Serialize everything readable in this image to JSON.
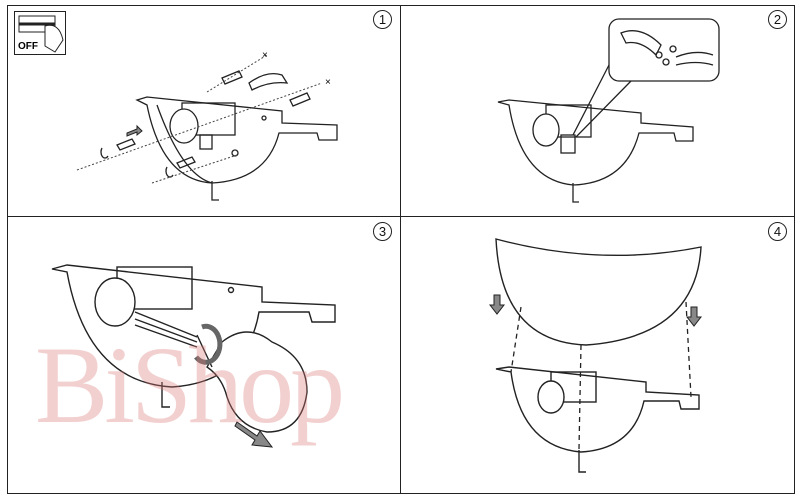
{
  "steps": [
    {
      "number": "1"
    },
    {
      "number": "2"
    },
    {
      "number": "3"
    },
    {
      "number": "4"
    }
  ],
  "power_switch": {
    "label": "OFF"
  },
  "watermark": "BiShop",
  "colors": {
    "line": "#222222",
    "arrow": "#888888",
    "watermark": "#dc7878"
  }
}
